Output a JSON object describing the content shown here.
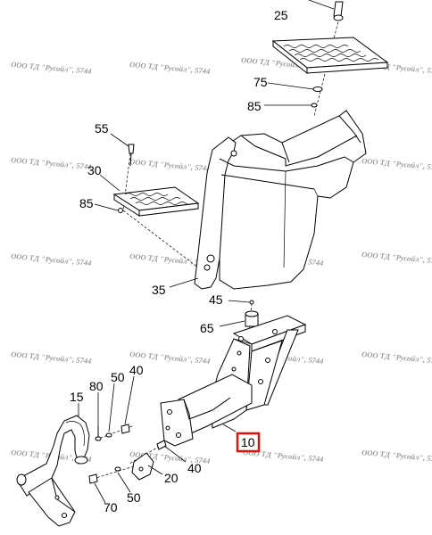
{
  "parts": {
    "p25": "25",
    "p75": "75",
    "p85a": "85",
    "p55": "55",
    "p30": "30",
    "p85b": "85",
    "p35": "35",
    "p45": "45",
    "p65": "65",
    "p40a": "40",
    "p50a": "50",
    "p80": "80",
    "p15": "15",
    "p10": "10",
    "p20": "20",
    "p40b": "40",
    "p50b": "50",
    "p70": "70"
  },
  "highlighted_part": "10",
  "watermark": "ООО ТД \"Русойл\", 5744",
  "colors": {
    "highlight": "#e01010",
    "watermark": "#9a9a9a",
    "line": "#000000"
  }
}
